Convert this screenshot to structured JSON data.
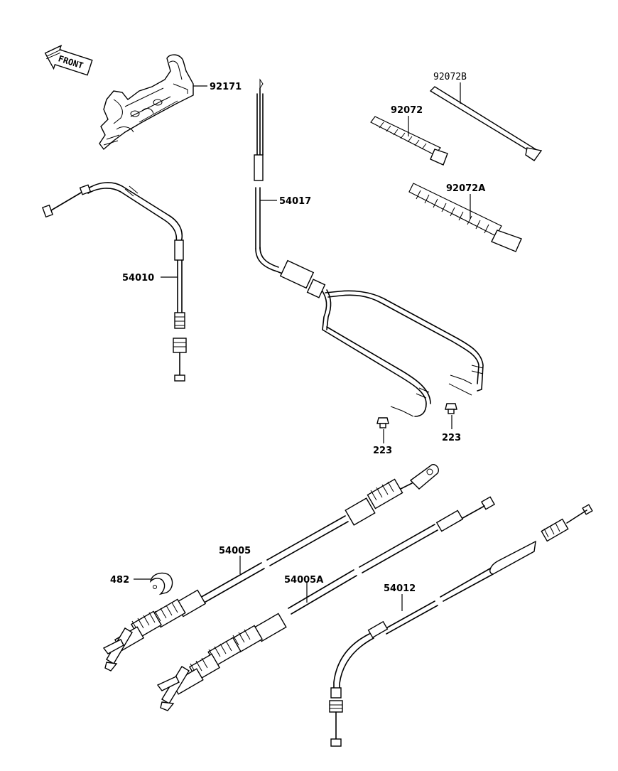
{
  "diagram": {
    "front_arrow_label": "FRONT",
    "parts": [
      {
        "id": "92171",
        "label": "92171"
      },
      {
        "id": "54010",
        "label": "54010"
      },
      {
        "id": "54017",
        "label": "54017"
      },
      {
        "id": "92072B",
        "label": "92072B"
      },
      {
        "id": "92072",
        "label": "92072"
      },
      {
        "id": "92072A",
        "label": "92072A"
      },
      {
        "id": "223-left",
        "label": "223"
      },
      {
        "id": "223-right",
        "label": "223"
      },
      {
        "id": "54005",
        "label": "54005"
      },
      {
        "id": "482",
        "label": "482"
      },
      {
        "id": "54005A",
        "label": "54005A"
      },
      {
        "id": "54012",
        "label": "54012"
      }
    ]
  }
}
